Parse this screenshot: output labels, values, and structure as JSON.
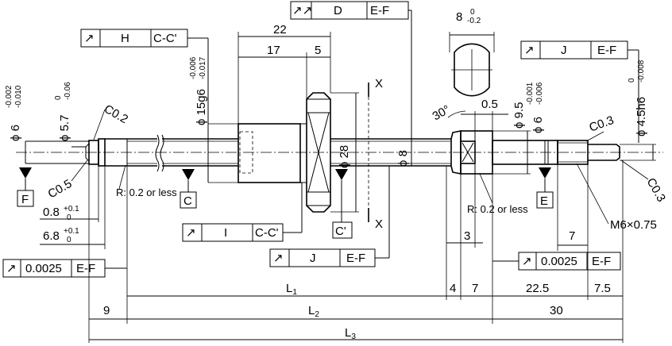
{
  "tolerance_frames": {
    "h": {
      "symbol": "↗",
      "letter": "H",
      "ref": "C-C'"
    },
    "d": {
      "symbol": "↗↗",
      "letter": "D",
      "ref": "E-F"
    },
    "j_top": {
      "symbol": "↗",
      "letter": "J",
      "ref": "E-F"
    },
    "i": {
      "symbol": "↗",
      "letter": "I",
      "ref": "C-C'"
    },
    "j_bottom": {
      "symbol": "↗",
      "letter": "J",
      "ref": "E-F"
    },
    "runout_left": {
      "symbol": "↗",
      "value": "0.0025",
      "ref": "E-F"
    },
    "runout_right": {
      "symbol": "↗",
      "value": "0.0025",
      "ref": "E-F"
    }
  },
  "datums": {
    "f": "F",
    "c": "C",
    "c_prime": "C'",
    "e": "E"
  },
  "dims": {
    "d22": "22",
    "d17": "17",
    "d5": "5",
    "d8": "8",
    "d8_tol_upper": "0",
    "d8_tol_lower": "-0.2",
    "d0_5": "0.5",
    "d3": "3",
    "d7": "7",
    "d7b": "7",
    "d4": "4",
    "d22_5": "22.5",
    "d7_5": "7.5",
    "d30": "30",
    "d9": "9",
    "L1": "L",
    "L1_sub": "1",
    "L2": "L",
    "L2_sub": "2",
    "L3": "L",
    "L3_sub": "3",
    "d0_8": "0.8",
    "d0_8_up": "+0.1",
    "d0_8_low": "0",
    "d6_8": "6.8",
    "d6_8_up": "+0.1",
    "d6_8_low": "0",
    "phi6": "ϕ 6",
    "phi6_up": "-0.002",
    "phi6_low": "-0.010",
    "phi5_7": "ϕ 5.7",
    "phi5_7_up": "0",
    "phi5_7_low": "-0.06",
    "phi15": "ϕ 15g6",
    "phi15_up": "-0.006",
    "phi15_low": "-0.017",
    "phi28": "ϕ 28",
    "phi8": "ϕ 8",
    "phi9_5": "ϕ 9.5",
    "phi6b": "ϕ 6",
    "phi6b_up": "-0.001",
    "phi6b_low": "-0.006",
    "phi4_5": "ϕ 4.5h6",
    "phi4_5_up": "0",
    "phi4_5_low": "-0.008",
    "c0_2": "C0.2",
    "c0_5": "C0.5",
    "c0_3a": "C0.3",
    "c0_3b": "C0.3",
    "angle30": "30°",
    "r_left": "R: 0.2 or less",
    "r_right": "R: 0.2 or less",
    "thread": "M6×0.75",
    "x_top": "X",
    "x_bottom": "X"
  }
}
